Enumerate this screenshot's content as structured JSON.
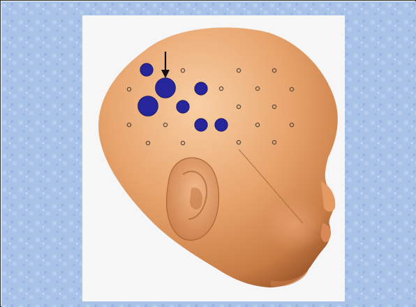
{
  "background_color": "#a9c3e8",
  "panel_color": "#f6f6f6",
  "skin_color": "#e7a36c",
  "active_marker_color": "#26269a",
  "inactive_marker_color": "#5a4a3e",
  "markers": [
    {
      "id": "m01",
      "active": true,
      "level": 2
    },
    {
      "id": "m02",
      "active": false,
      "level": 0
    },
    {
      "id": "m03",
      "active": false,
      "level": 0
    },
    {
      "id": "m04",
      "active": false,
      "level": 0
    },
    {
      "id": "m05",
      "active": false,
      "level": 0
    },
    {
      "id": "m06",
      "active": true,
      "level": 4
    },
    {
      "id": "m07",
      "active": true,
      "level": 2
    },
    {
      "id": "m08",
      "active": false,
      "level": 0
    },
    {
      "id": "m09",
      "active": false,
      "level": 0
    },
    {
      "id": "m10",
      "active": false,
      "level": 0
    },
    {
      "id": "m11",
      "active": true,
      "level": 4
    },
    {
      "id": "m12",
      "active": true,
      "level": 2
    },
    {
      "id": "m13",
      "active": false,
      "level": 0
    },
    {
      "id": "m14",
      "active": false,
      "level": 0
    },
    {
      "id": "m15",
      "active": false,
      "level": 0
    },
    {
      "id": "m16",
      "active": false,
      "level": 0
    },
    {
      "id": "m17",
      "active": true,
      "level": 2
    },
    {
      "id": "m18",
      "active": true,
      "level": 2
    },
    {
      "id": "m19",
      "active": false,
      "level": 0
    },
    {
      "id": "m20",
      "active": false,
      "level": 0
    },
    {
      "id": "m21",
      "active": false,
      "level": 0
    },
    {
      "id": "m22",
      "active": false,
      "level": 0
    },
    {
      "id": "m23",
      "active": false,
      "level": 0
    },
    {
      "id": "m24",
      "active": false,
      "level": 0
    },
    {
      "id": "m25",
      "active": false,
      "level": 0
    }
  ],
  "arrow_points_to": "m06"
}
